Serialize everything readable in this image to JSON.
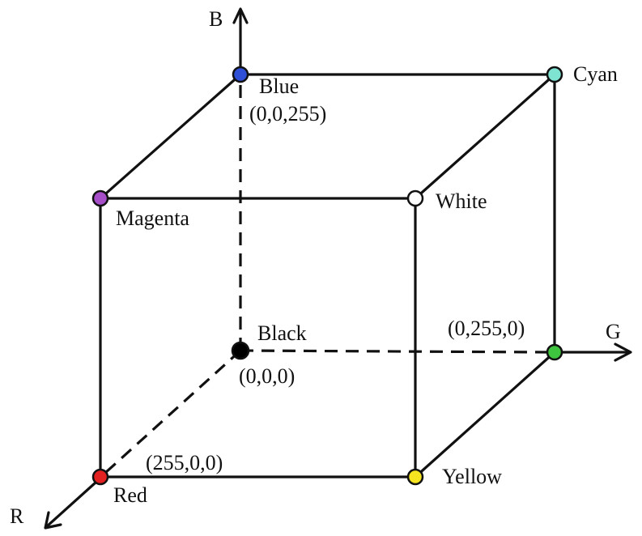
{
  "axes": {
    "b": "B",
    "g": "G",
    "r": "R"
  },
  "vertices": {
    "blue": {
      "label": "Blue",
      "coords": "(0,0,255)",
      "color": "#2e4fd6"
    },
    "cyan": {
      "label": "Cyan",
      "color": "#7fe3d2"
    },
    "magenta": {
      "label": "Magenta",
      "color": "#a64fc9"
    },
    "white": {
      "label": "White",
      "color": "#ffffff"
    },
    "black": {
      "label": "Black",
      "coords": "(0,0,0)",
      "color": "#000000"
    },
    "green": {
      "coords": "(0,255,0)",
      "color": "#3ec43e"
    },
    "red": {
      "label": "Red",
      "coords": "(255,0,0)",
      "color": "#e32121"
    },
    "yellow": {
      "label": "Yellow",
      "color": "#f5e41f"
    }
  }
}
